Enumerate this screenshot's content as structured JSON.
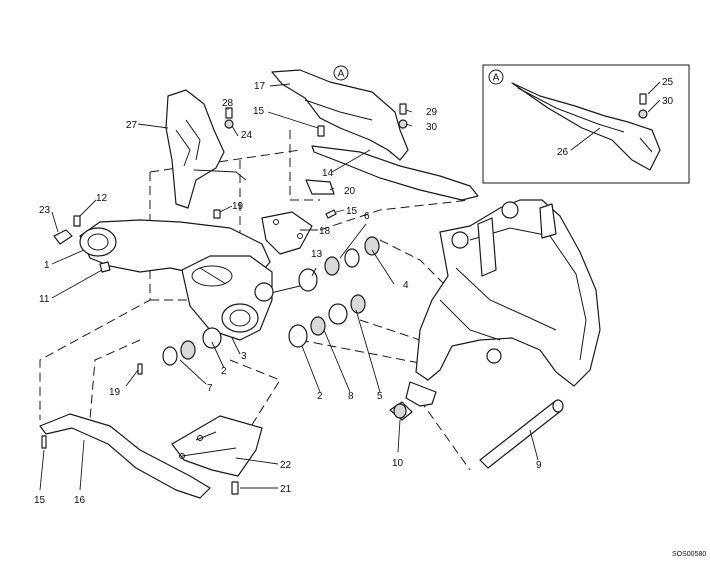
{
  "diagram": {
    "ref_marker": "A",
    "inset_marker": "A",
    "drawing_code": "SOS00580",
    "callouts": [
      "1",
      "2",
      "2",
      "3",
      "4",
      "5",
      "6",
      "7",
      "8",
      "9",
      "10",
      "11",
      "12",
      "13",
      "14",
      "15",
      "15",
      "15",
      "16",
      "17",
      "18",
      "19",
      "19",
      "20",
      "21",
      "22",
      "23",
      "24",
      "25",
      "26",
      "27",
      "28",
      "29",
      "30",
      "30"
    ]
  }
}
